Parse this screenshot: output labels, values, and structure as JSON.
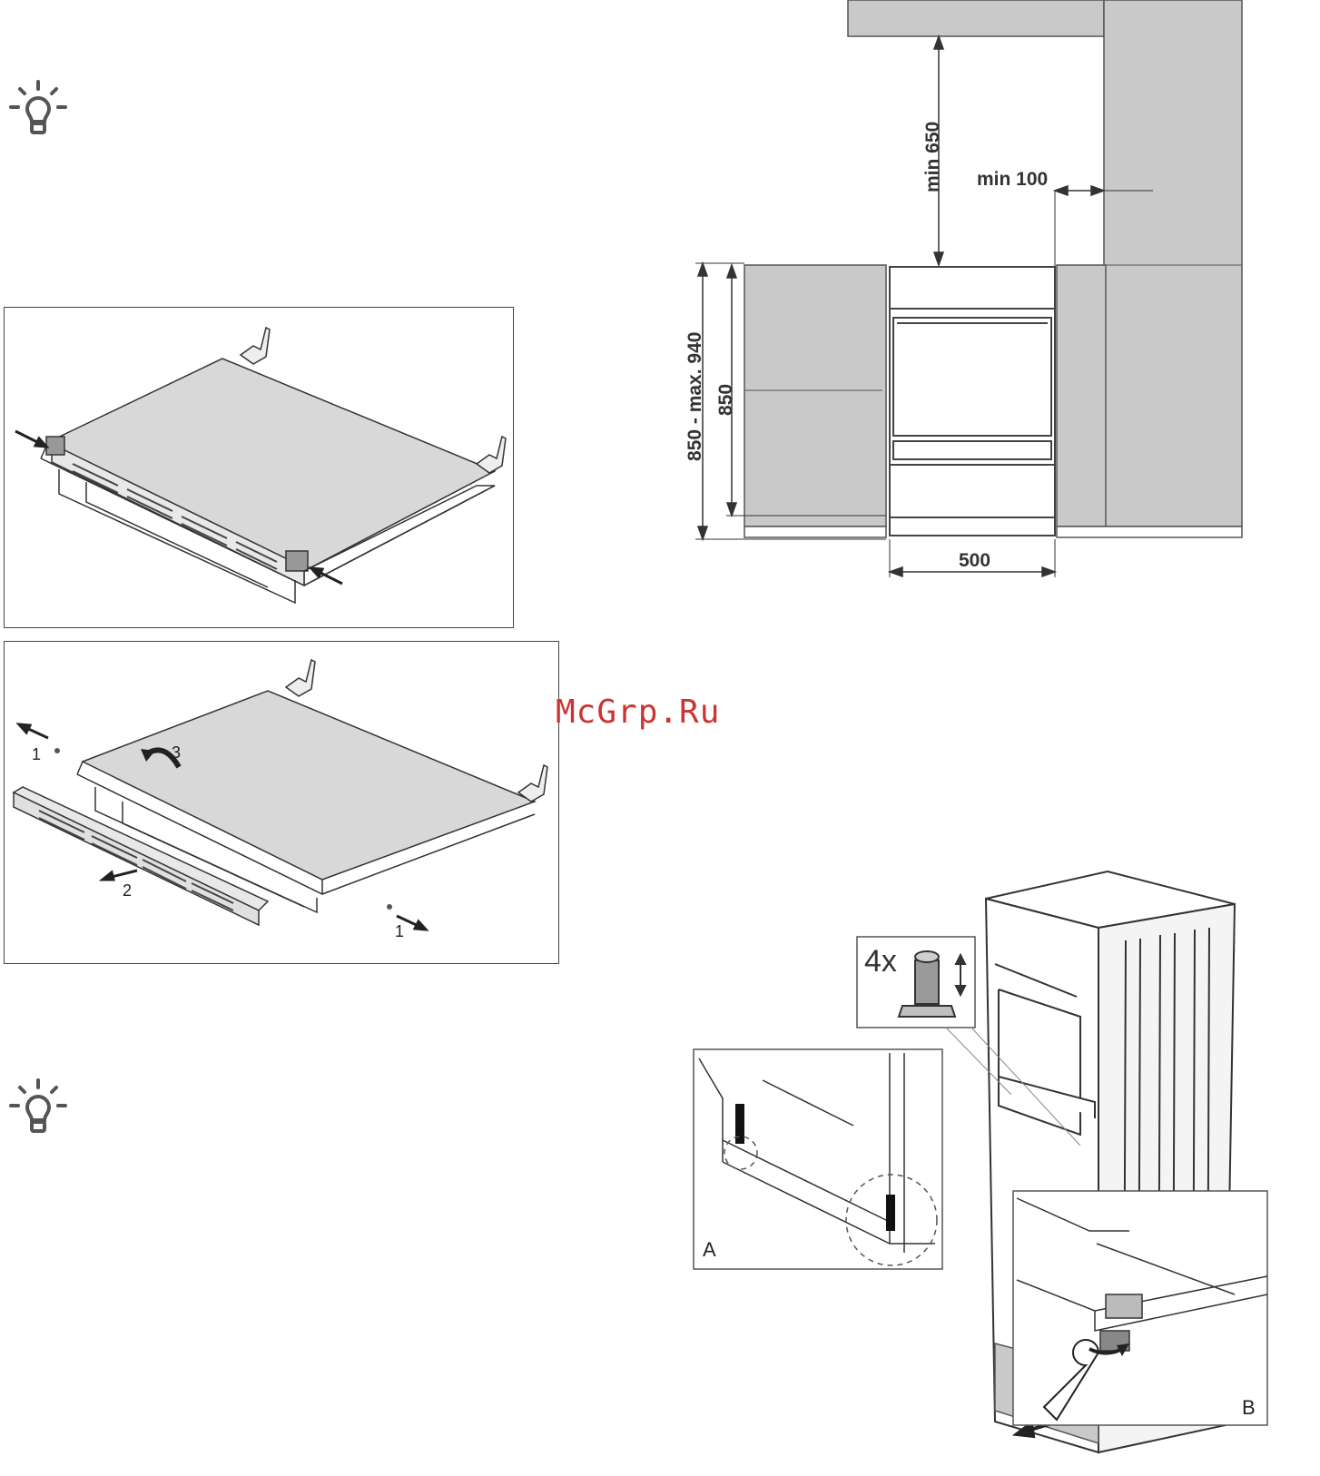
{
  "watermark": "McGrp.Ru",
  "install_diagram": {
    "dim_top": "min 650",
    "dim_side": "min 100",
    "dim_height_range": "850 - max. 940",
    "dim_height": "850",
    "dim_width": "500"
  },
  "plinth_removal": {
    "step_1": "1",
    "step_2": "2",
    "step_3": "3"
  },
  "feet_adjust": {
    "quantity": "4x",
    "detail_a": "A",
    "detail_b": "B"
  },
  "colors": {
    "cabinet_fill": "#c9c9c9",
    "line": "#333333",
    "watermark": "#cc3333"
  },
  "icons": [
    "lightbulb-icon",
    "lightbulb-icon"
  ]
}
